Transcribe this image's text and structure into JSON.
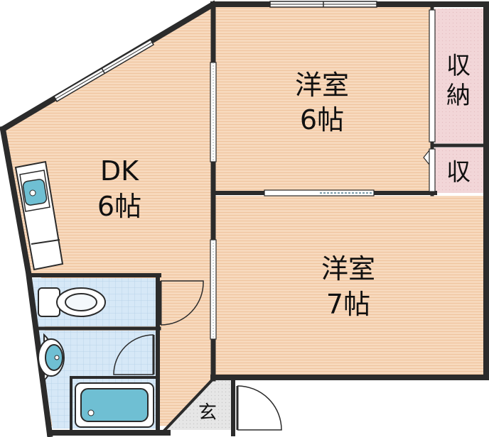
{
  "rooms": {
    "dk": {
      "name": "DK",
      "size": "6帖"
    },
    "western_room_north": {
      "name": "洋室",
      "size": "6帖"
    },
    "western_room_south": {
      "name": "洋室",
      "size": "7帖"
    },
    "storage_large": {
      "line1": "収",
      "line2": "納"
    },
    "storage_small": {
      "label": "収"
    },
    "entrance": {
      "label": "玄"
    }
  },
  "colors": {
    "floor": "#f7d9bd",
    "floor_stripe": "#f0c6a0",
    "wall": "#2b2b2b",
    "wet_area": "#d6e8f7",
    "wet_grid": "#b9d3ea",
    "fixture_fill": "#6fbfd3",
    "storage": "#f2d6d8",
    "entrance": "#e3e3e3"
  }
}
